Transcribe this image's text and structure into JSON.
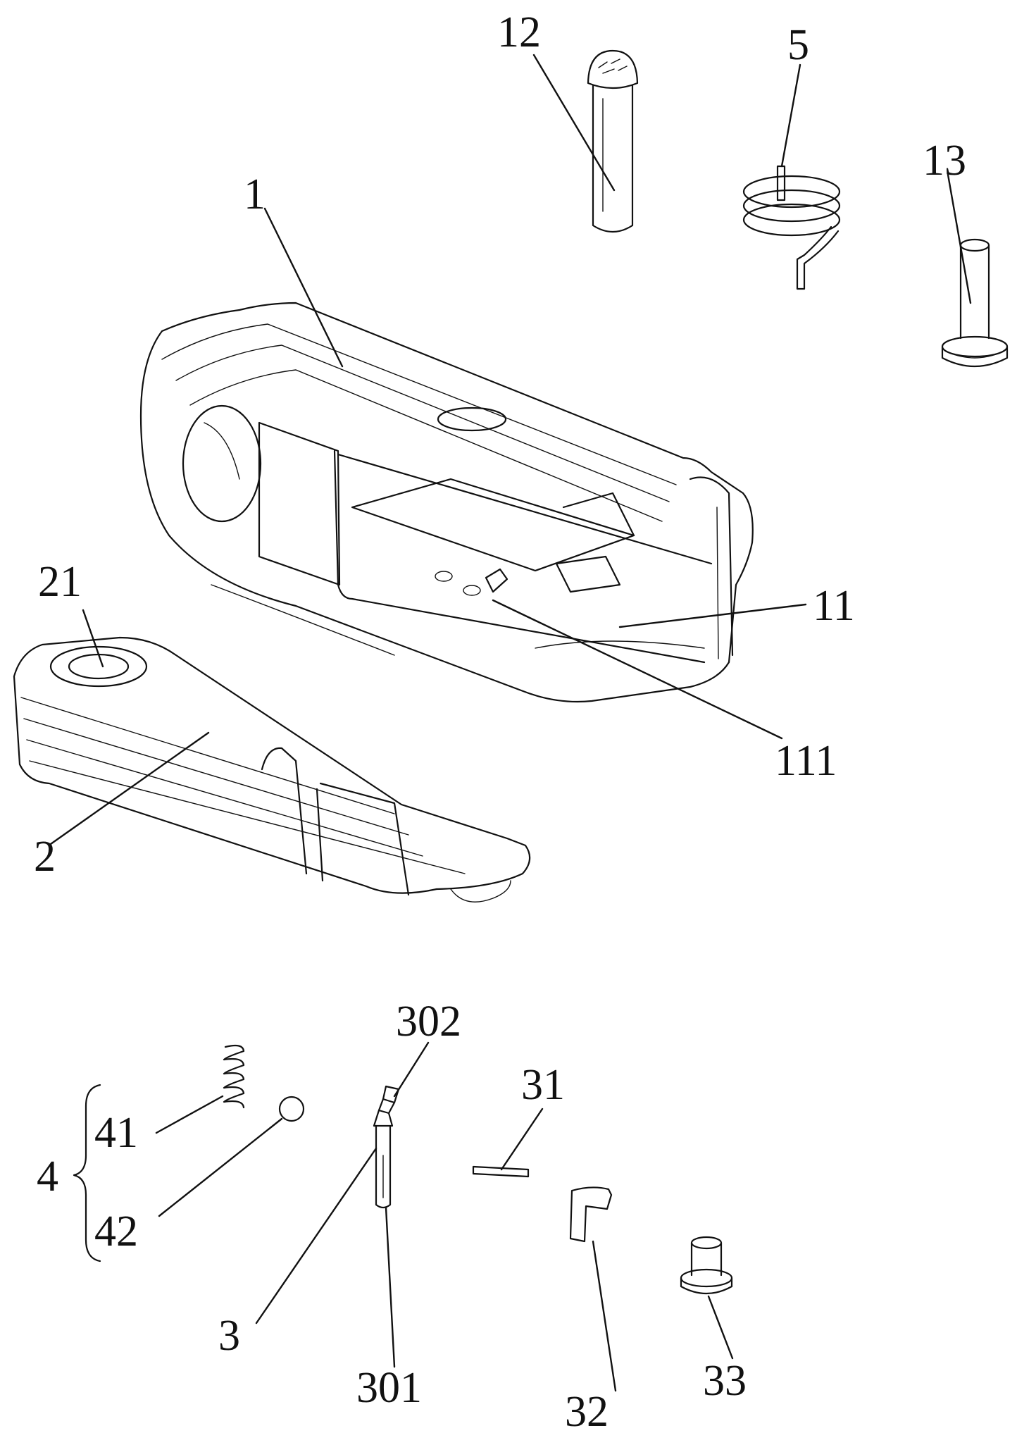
{
  "labels": {
    "l12": "12",
    "l5": "5",
    "l13": "13",
    "l1": "1",
    "l21": "21",
    "l11": "11",
    "l111": "111",
    "l2": "2",
    "l302": "302",
    "l31": "31",
    "l41": "41",
    "l4": "4",
    "l42": "42",
    "l3": "3",
    "l301": "301",
    "l32": "32",
    "l33": "33"
  }
}
